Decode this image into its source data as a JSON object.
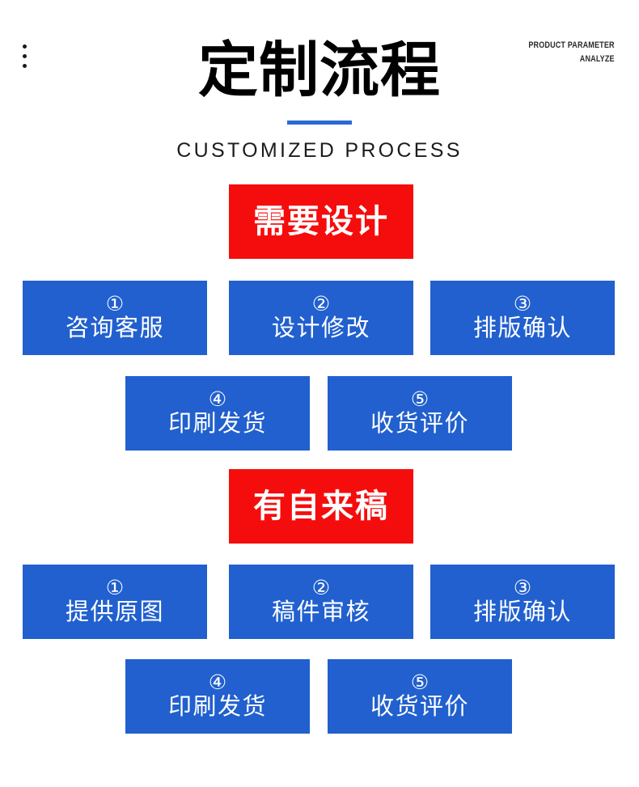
{
  "header": {
    "menu_icon": "kebab-menu-icon",
    "title": "定制流程",
    "subtitle": "CUSTOMIZED PROCESS",
    "corner_line1": "PRODUCT PARAMETER",
    "corner_line2": "ANALYZE"
  },
  "colors": {
    "blue": "#2160ce",
    "red": "#f50d0d",
    "rule_blue": "#2a6ad4",
    "text_on_fill": "#ffffff",
    "title_black": "#000000"
  },
  "flows": [
    {
      "banner": "需要设计",
      "steps": [
        {
          "num": "①",
          "label": "咨询客服"
        },
        {
          "num": "②",
          "label": "设计修改"
        },
        {
          "num": "③",
          "label": "排版确认"
        },
        {
          "num": "④",
          "label": "印刷发货"
        },
        {
          "num": "⑤",
          "label": "收货评价"
        }
      ]
    },
    {
      "banner": "有自来稿",
      "steps": [
        {
          "num": "①",
          "label": "提供原图"
        },
        {
          "num": "②",
          "label": "稿件审核"
        },
        {
          "num": "③",
          "label": "排版确认"
        },
        {
          "num": "④",
          "label": "印刷发货"
        },
        {
          "num": "⑤",
          "label": "收货评价"
        }
      ]
    }
  ]
}
